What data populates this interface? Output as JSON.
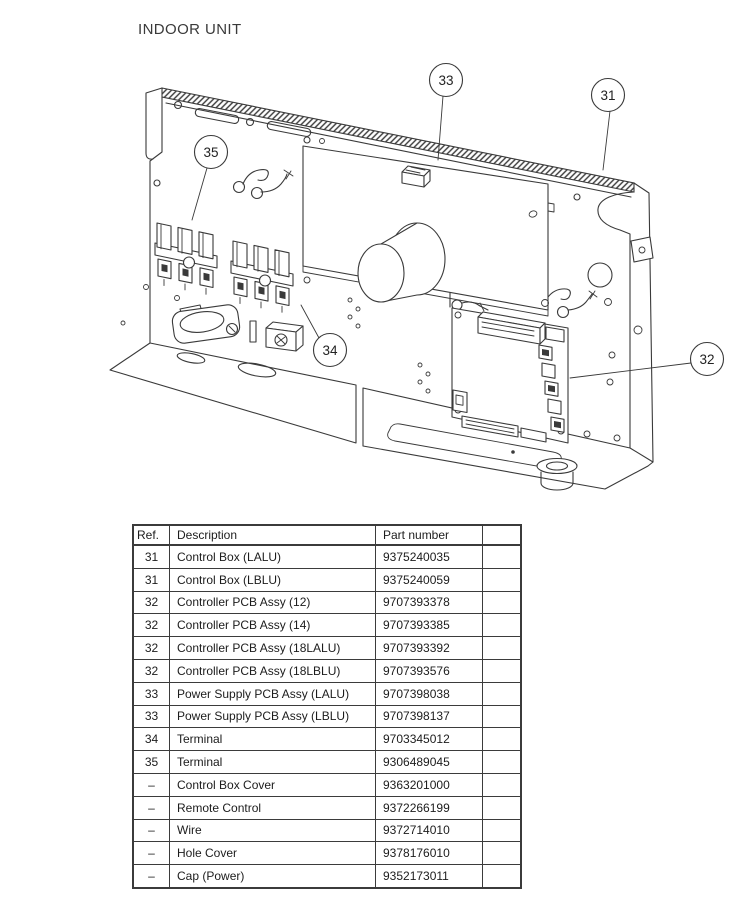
{
  "title": "INDOOR UNIT",
  "diagram": {
    "description": "exploded line drawing of indoor unit control box",
    "line_color": "#3a3a3a",
    "callouts": [
      {
        "ref": "31"
      },
      {
        "ref": "32"
      },
      {
        "ref": "33"
      },
      {
        "ref": "34"
      },
      {
        "ref": "35"
      }
    ]
  },
  "table": {
    "headers": [
      "Ref.",
      "Description",
      "Part number",
      ""
    ],
    "rows": [
      [
        "31",
        "Control Box (LALU)",
        "9375240035"
      ],
      [
        "31",
        "Control Box (LBLU)",
        "9375240059"
      ],
      [
        "32",
        "Controller PCB Assy (12)",
        "9707393378"
      ],
      [
        "32",
        "Controller PCB Assy (14)",
        "9707393385"
      ],
      [
        "32",
        "Controller PCB Assy (18LALU)",
        "9707393392"
      ],
      [
        "32",
        "Controller PCB Assy (18LBLU)",
        "9707393576"
      ],
      [
        "33",
        "Power Supply PCB Assy (LALU)",
        "9707398038"
      ],
      [
        "33",
        "Power Supply PCB Assy (LBLU)",
        "9707398137"
      ],
      [
        "34",
        "Terminal",
        "9703345012"
      ],
      [
        "35",
        "Terminal",
        "9306489045"
      ],
      [
        "–",
        "Control Box Cover",
        "9363201000"
      ],
      [
        "–",
        "Remote Control",
        "9372266199"
      ],
      [
        "–",
        "Wire",
        "9372714010"
      ],
      [
        "–",
        "Hole Cover",
        "9378176010"
      ],
      [
        "–",
        "Cap (Power)",
        "9352173011"
      ]
    ]
  }
}
